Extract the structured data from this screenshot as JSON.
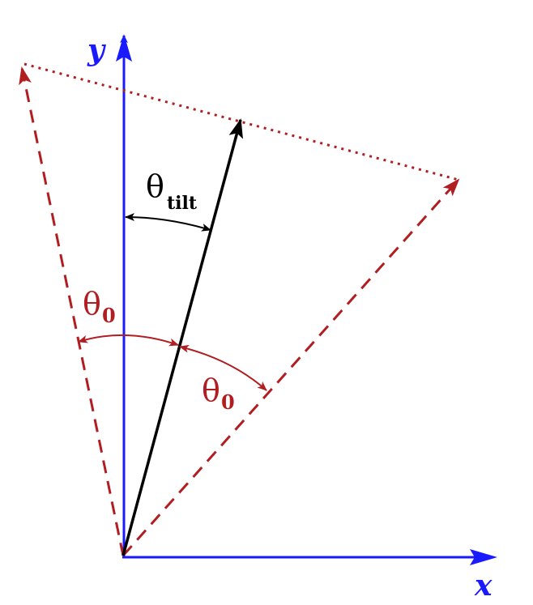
{
  "colors": {
    "axis": "#1a1aff",
    "vector": "#000000",
    "cone": "#b01e22",
    "background": "#ffffff"
  },
  "labels": {
    "y_axis": "y",
    "x_axis": "x",
    "theta_symbol": "θ",
    "tilt_subscript": "tilt",
    "zero_subscript": "0"
  },
  "angles": {
    "tilt_deg": 15,
    "half_cone_deg": 25
  }
}
